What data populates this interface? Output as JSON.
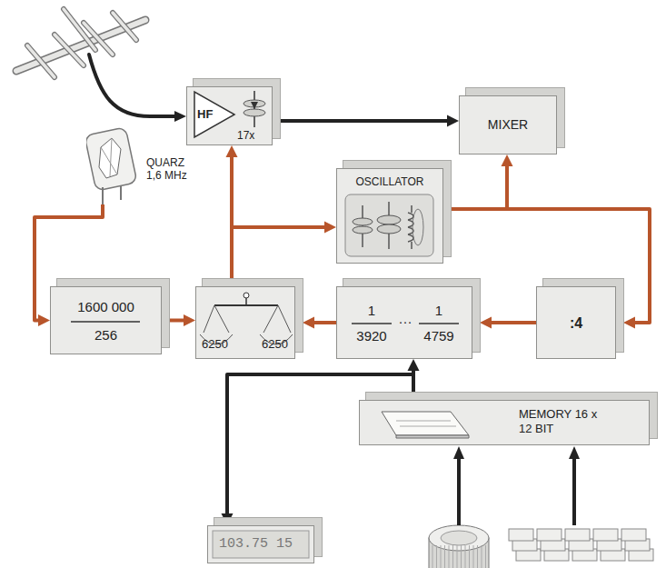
{
  "diagram": {
    "nodes": [
      {
        "text": [
          "HF",
          "17x"
        ]
      },
      {
        "text": [
          "MIXER"
        ]
      },
      {
        "text": [
          "QUARZ 1,6 MHz"
        ]
      },
      {
        "text": [
          "OSCILLATOR"
        ]
      },
      {
        "text": [
          "1600 000",
          "256"
        ]
      },
      {
        "text": [
          "6250",
          "6250"
        ]
      },
      {
        "text": [
          "1",
          "3920",
          "···",
          "1",
          "4759"
        ]
      },
      {
        "text": [
          ":4"
        ]
      },
      {
        "text": [
          "MEMORY 16 x 12 BIT"
        ]
      },
      {
        "text": [
          "103.75 15"
        ]
      }
    ],
    "edges": [
      {
        "from": 0,
        "to": 1,
        "arrow": "to"
      },
      {
        "from": 5,
        "to": 0,
        "arrow": "to"
      },
      {
        "from": 5,
        "to": 3,
        "arrow": "to"
      },
      {
        "from": 2,
        "to": 4,
        "arrow": "to"
      },
      {
        "from": 4,
        "to": 5,
        "arrow": "to"
      },
      {
        "from": 6,
        "to": 5,
        "arrow": "to"
      },
      {
        "from": 7,
        "to": 6,
        "arrow": "to"
      },
      {
        "from": 3,
        "to": 1,
        "arrow": "to"
      },
      {
        "from": 3,
        "to": 7,
        "arrow": "to"
      },
      {
        "from": 8,
        "to": 6,
        "arrow": "to"
      },
      {
        "from": 8,
        "to": 9,
        "arrow": "to"
      }
    ]
  }
}
